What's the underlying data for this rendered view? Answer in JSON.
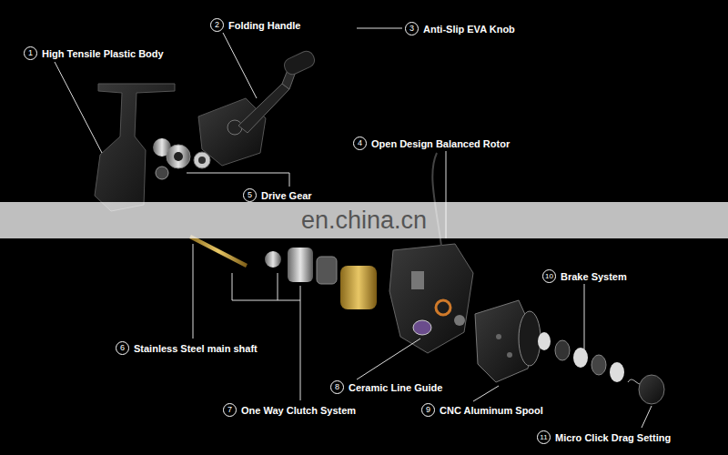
{
  "diagram": {
    "nodes": [
      {
        "text": [
          "1",
          "High Tensile Plastic Body"
        ]
      },
      {
        "text": [
          "2",
          "Folding Handle"
        ]
      },
      {
        "text": [
          "3",
          "Anti-Slip EVA Knob"
        ]
      },
      {
        "text": [
          "4",
          "Open Design Balanced Rotor"
        ]
      },
      {
        "text": [
          "5",
          "Drive Gear"
        ]
      },
      {
        "text": [
          "6",
          "Stainless Steel main shaft"
        ]
      },
      {
        "text": [
          "7",
          "One Way Clutch System"
        ]
      },
      {
        "text": [
          "8",
          "Ceramic Line Guide"
        ]
      },
      {
        "text": [
          "9",
          "CNC Aluminum Spool"
        ]
      },
      {
        "text": [
          "10",
          "Brake System"
        ]
      },
      {
        "text": [
          "11",
          "Micro Click Drag Setting"
        ]
      }
    ],
    "labels": [
      "en.china.cn"
    ]
  }
}
